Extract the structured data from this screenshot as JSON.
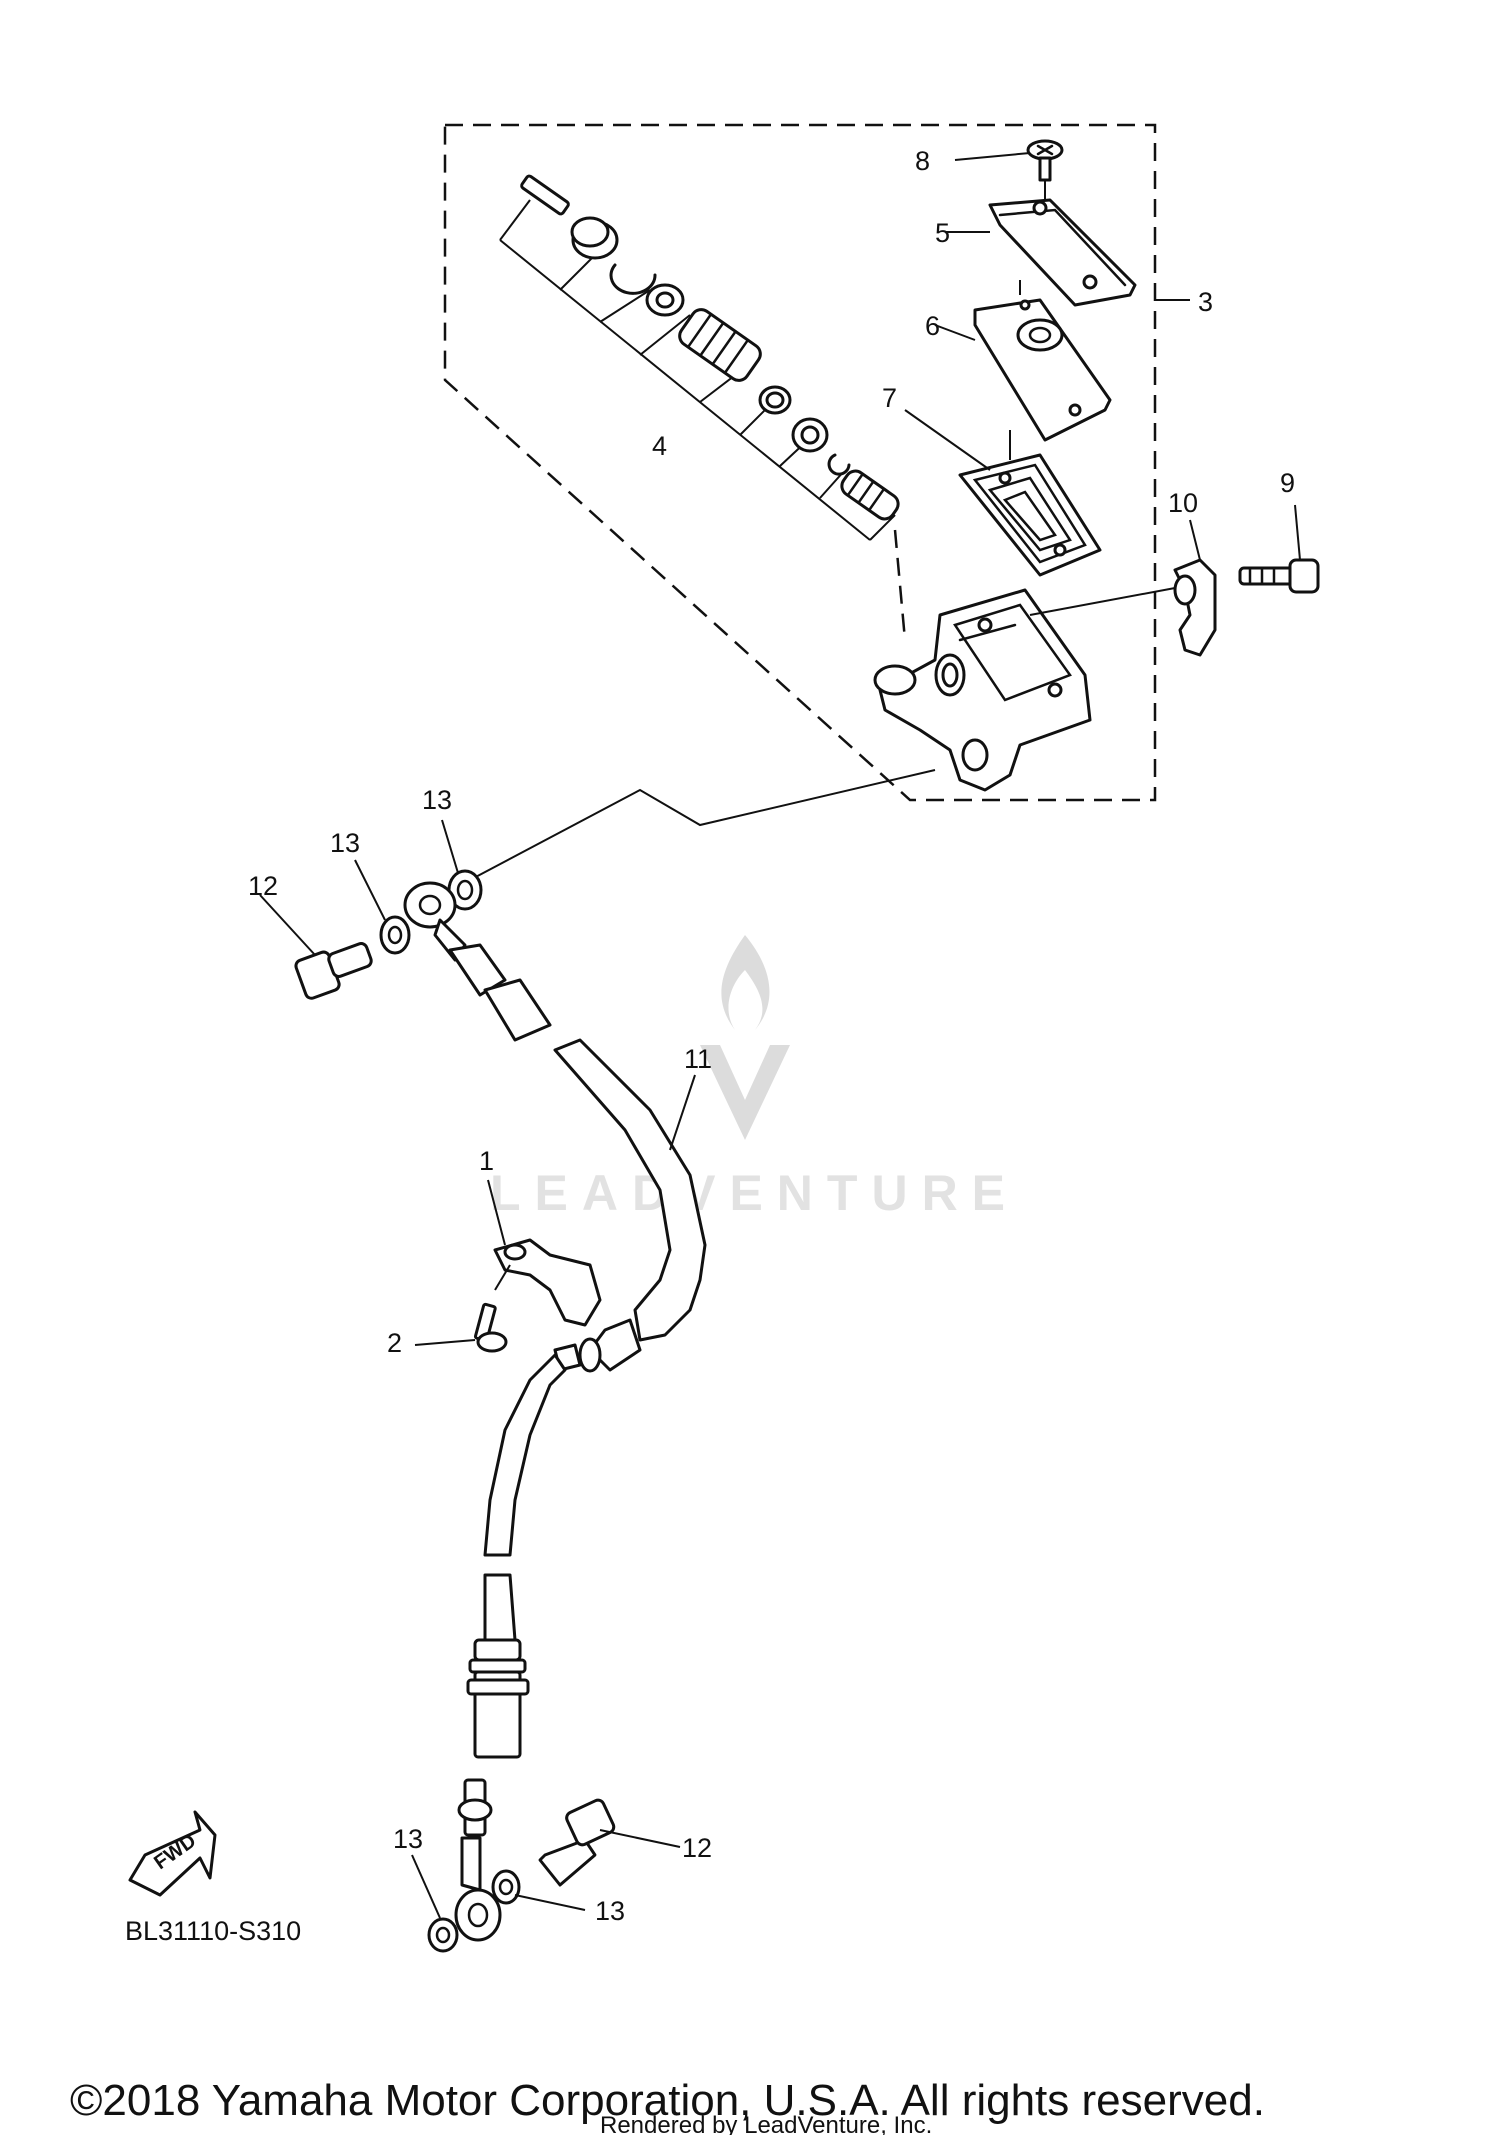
{
  "diagram_code": "BL31110-S310",
  "copyright": "©2018 Yamaha Motor Corporation, U.S.A. All rights reserved.",
  "rendered_by": "Rendered by LeadVenture, Inc.",
  "watermark": "LEADVENTURE",
  "fwd_label": "FWD",
  "callouts": {
    "c1": "1",
    "c2": "2",
    "c3": "3",
    "c4": "4",
    "c5": "5",
    "c6": "6",
    "c7": "7",
    "c8": "8",
    "c9": "9",
    "c10": "10",
    "c11": "11",
    "c12a": "12",
    "c12b": "12",
    "c13a": "13",
    "c13b": "13",
    "c13c": "13",
    "c13d": "13"
  }
}
